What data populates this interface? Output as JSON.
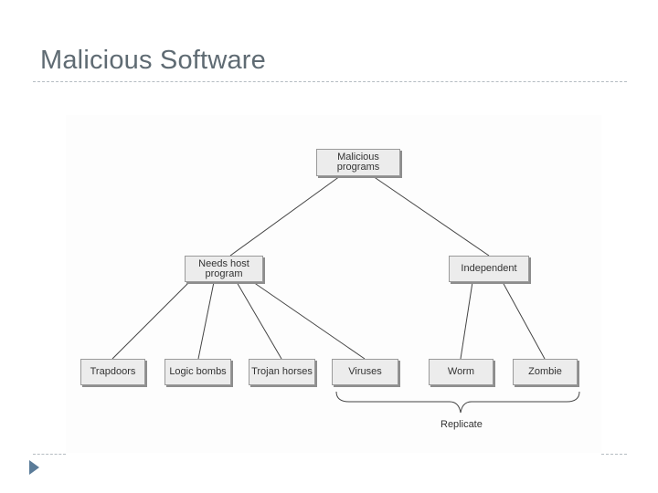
{
  "slide": {
    "title": "Malicious Software"
  },
  "diagram": {
    "root": {
      "line1": "Malicious",
      "line2": "programs"
    },
    "needs_host": {
      "line1": "Needs host",
      "line2": "program"
    },
    "independent": "Independent",
    "leaves": {
      "trapdoors": "Trapdoors",
      "logic_bombs": "Logic bombs",
      "trojan_horses": "Trojan horses",
      "viruses": "Viruses",
      "worm": "Worm",
      "zombie": "Zombie"
    },
    "replicate": "Replicate"
  },
  "colors": {
    "title": "#5f6b73",
    "node_fill": "#ececec",
    "node_border": "#9a9a9a",
    "bullet": "#5b7c99"
  }
}
